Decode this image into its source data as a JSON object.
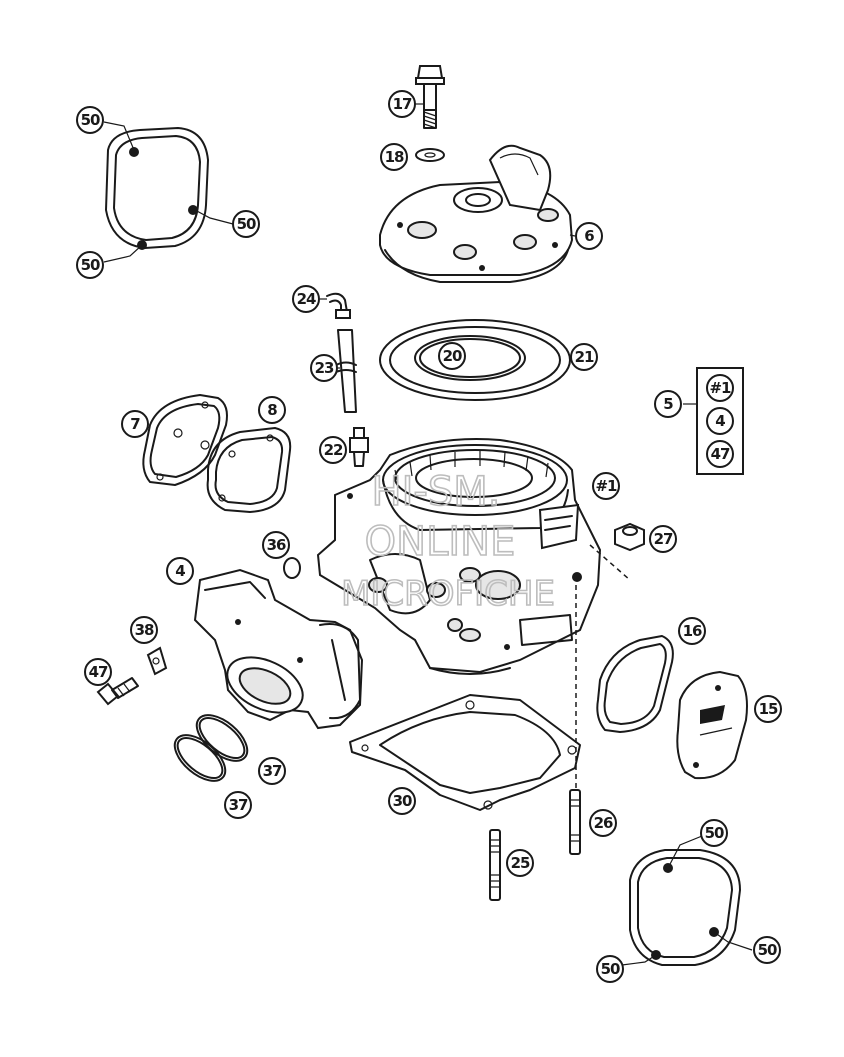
{
  "diagram": {
    "callouts": {
      "c50a": "50",
      "c50b": "50",
      "c50c": "50",
      "c17": "17",
      "c18": "18",
      "c6": "6",
      "c24": "24",
      "c23": "23",
      "c20": "20",
      "c21": "21",
      "c7": "7",
      "c8": "8",
      "c22": "22",
      "c5": "5",
      "k1": "#1",
      "k4": "4",
      "k47": "47",
      "c1": "#1",
      "c36": "36",
      "c27": "27",
      "c4": "4",
      "c38": "38",
      "c47": "47",
      "c16": "16",
      "c15": "15",
      "c37a": "37",
      "c37b": "37",
      "c30": "30",
      "c26": "26",
      "c25": "25",
      "c50d": "50",
      "c50e": "50",
      "c50f": "50"
    },
    "watermark": {
      "line1": "HI-SM.",
      "line2": "ONLINE",
      "line3": "MICROFICHE"
    }
  }
}
